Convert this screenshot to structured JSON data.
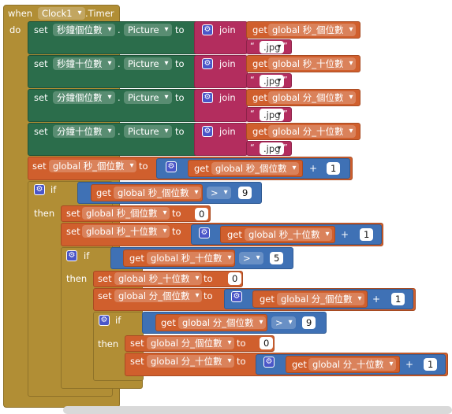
{
  "event": {
    "when_label": "when",
    "component": "Clock1",
    "event_name": ".Timer",
    "do_label": "do"
  },
  "set_picture_rows": [
    {
      "set_label": "set",
      "component": "秒鐘個位數",
      "property": "Picture",
      "to_label": "to",
      "join_label": "join",
      "var": "global 秒_個位數",
      "text": ".jpg"
    },
    {
      "set_label": "set",
      "component": "秒鐘十位數",
      "property": "Picture",
      "to_label": "to",
      "join_label": "join",
      "var": "global 秒_十位數",
      "text": ".jpg"
    },
    {
      "set_label": "set",
      "component": "分鐘個位數",
      "property": "Picture",
      "to_label": "to",
      "join_label": "join",
      "var": "global 分_個位數",
      "text": ".jpg"
    },
    {
      "set_label": "set",
      "component": "分鐘十位數",
      "property": "Picture",
      "to_label": "to",
      "join_label": "join",
      "var": "global 分_十位數",
      "text": ".jpg"
    }
  ],
  "blocks": {
    "set_label": "set",
    "to_label": "to",
    "get_label": "get",
    "if_label": "if",
    "then_label": "then",
    "plus": "+",
    "gt": ">",
    "incr1": {
      "var": "global 秒_個位數",
      "get": "global 秒_個位數",
      "num": "1"
    },
    "if1": {
      "get": "global 秒_個位數",
      "num": "9"
    },
    "reset1": {
      "var": "global 秒_個位數",
      "num": "0"
    },
    "incr2": {
      "var": "global 秒_十位數",
      "get": "global 秒_十位數",
      "num": "1"
    },
    "if2": {
      "get": "global 秒_十位數",
      "num": "5"
    },
    "reset2": {
      "var": "global 秒_十位數",
      "num": "0"
    },
    "incr3": {
      "var": "global 分_個位數",
      "get": "global 分_個位數",
      "num": "1"
    },
    "if3": {
      "get": "global 分_個位數",
      "num": "9"
    },
    "reset3": {
      "var": "global 分_個位數",
      "num": "0"
    },
    "incr4": {
      "var": "global 分_十位數",
      "get": "global 分_十位數",
      "num": "1"
    }
  },
  "colors": {
    "event": "#b18e35",
    "component_set": "#2b6d4b",
    "variable": "#d05f2d",
    "text": "#b32d5e",
    "math": "#3f71b5"
  }
}
